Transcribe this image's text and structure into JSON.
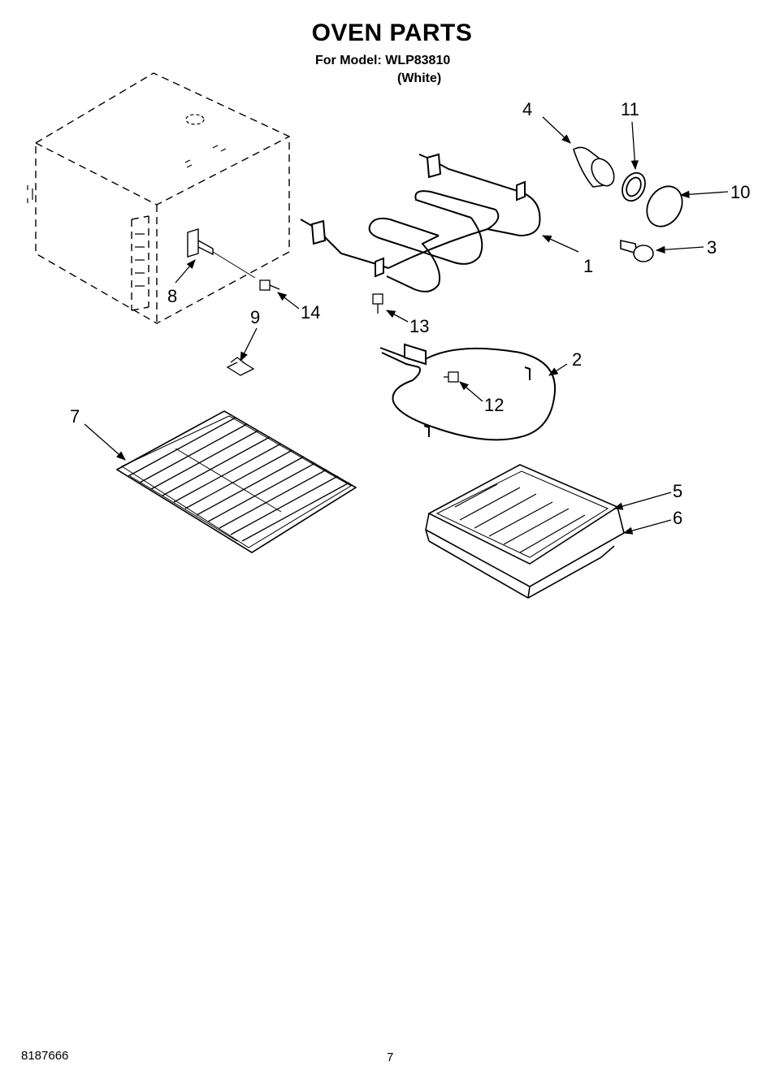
{
  "header": {
    "title": "OVEN PARTS",
    "model_line": "For Model: WLP83810",
    "model_color": "(White)"
  },
  "footer": {
    "doc_number": "8187666",
    "page_number": "7"
  },
  "callouts": {
    "c1": "1",
    "c2": "2",
    "c3": "3",
    "c4": "4",
    "c5": "5",
    "c6": "6",
    "c7": "7",
    "c8": "8",
    "c9": "9",
    "c10": "10",
    "c11": "11",
    "c12": "12",
    "c13": "13",
    "c14": "14"
  }
}
